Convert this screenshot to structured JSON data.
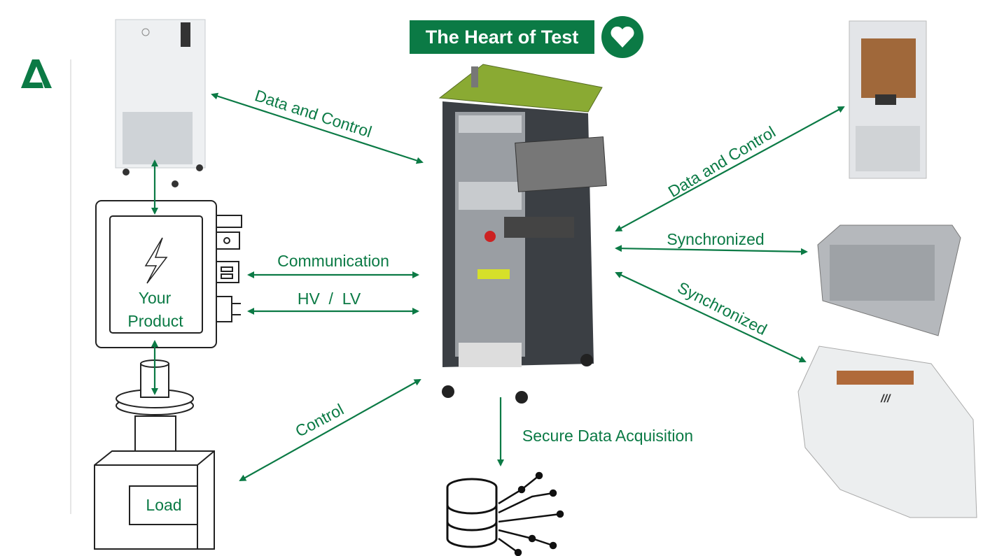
{
  "header": {
    "title": "The Heart of Test",
    "heart_icon": "heart-icon",
    "logo_letter": "A"
  },
  "colors": {
    "accent": "#0b7a45",
    "rack_top": "#8aaa33"
  },
  "labels": {
    "data_control_left": "Data and Control",
    "data_control_right": "Data and Control",
    "synchronized_1": "Synchronized",
    "synchronized_2": "Synchronized",
    "communication": "Communication",
    "hv_lv": "HV  /  LV",
    "control": "Control",
    "secure_data": "Secure Data Acquisition"
  },
  "product": {
    "line1": "Your",
    "line2": "Product"
  },
  "load": {
    "label": "Load"
  }
}
